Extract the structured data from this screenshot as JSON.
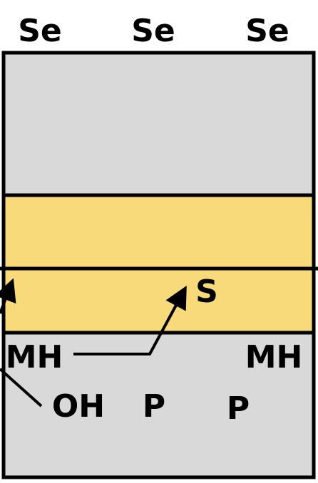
{
  "top_labels": [
    "Se",
    "Se",
    "Se"
  ],
  "labels": {
    "s": "S",
    "mh_left": "MH",
    "mh_right": "MH",
    "oh": "OH",
    "p_left": "P",
    "p_right": "P"
  },
  "colors": {
    "gray_region": "#d9d9d9",
    "band": "#f9da7a",
    "outline": "#000000",
    "background": "#ffffff"
  }
}
